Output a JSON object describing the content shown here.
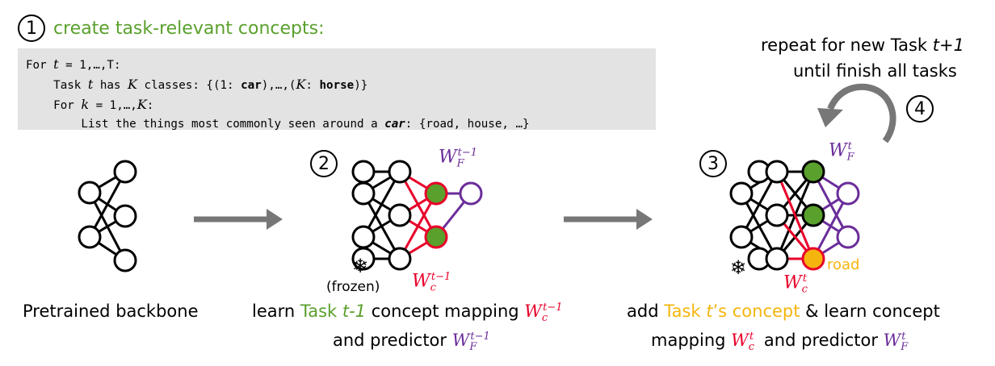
{
  "step1": {
    "number": "1",
    "title": "create task-relevant concepts:"
  },
  "code": {
    "line1_pre": "For ",
    "line1_var": "t",
    "line1_post": " = 1,…,T:",
    "line2_pre": "    Task ",
    "line2_var": "t",
    "line2_mid": " has ",
    "line2_var2": "K",
    "line2_mid2": " classes: {(1: ",
    "line2_bold1": "car",
    "line2_mid3": "),…,(",
    "line2_var3": "K",
    "line2_mid4": ": ",
    "line2_bold2": "horse",
    "line2_post": ")}",
    "line3_pre": "    For ",
    "line3_var": "k",
    "line3_mid": " = 1,…,",
    "line3_var2": "K",
    "line3_post": ":",
    "line4_pre": "        List the things most commonly seen around a ",
    "line4_bold": "car",
    "line4_post": ": {road, house, …}"
  },
  "step2": {
    "number": "2"
  },
  "step3": {
    "number": "3"
  },
  "step4": {
    "number": "4"
  },
  "repeat": {
    "line1_pre": "repeat for new Task ",
    "line1_var": "t+1",
    "line2": "until finish all tasks"
  },
  "panel1": {
    "caption": "Pretrained backbone"
  },
  "panel2": {
    "frozen": "(frozen)",
    "wf_base": "W",
    "wf_sub": "F",
    "wf_sup": "t−1",
    "wc_base": "W",
    "wc_sub": "c",
    "wc_sup": "t−1",
    "caption_l1_pre": "learn ",
    "caption_l1_task": "Task ",
    "caption_l1_taskvar": "t-1",
    "caption_l1_post": " concept mapping ",
    "caption_l2_pre": "and predictor "
  },
  "panel3": {
    "road": "road",
    "wf_base": "W",
    "wf_sub": "F",
    "wf_sup": "t",
    "wc_base": "W",
    "wc_sub": "c",
    "wc_sup": "t",
    "caption_l1_pre": "add ",
    "caption_l1_task": "Task ",
    "caption_l1_taskvar": "t",
    "caption_l1_taskpost": "’s concept",
    "caption_l1_post": " & learn concept",
    "caption_l2_pre": "mapping ",
    "caption_l2_mid": " and predictor "
  },
  "colors": {
    "green": "#5aa02c",
    "orange": "#f5b50e",
    "red": "#e8002a",
    "purple": "#6a2d9a",
    "arrow": "#777777"
  },
  "icons": [
    "snowflake-icon",
    "cycle-arrow-icon",
    "right-arrow-icon"
  ]
}
